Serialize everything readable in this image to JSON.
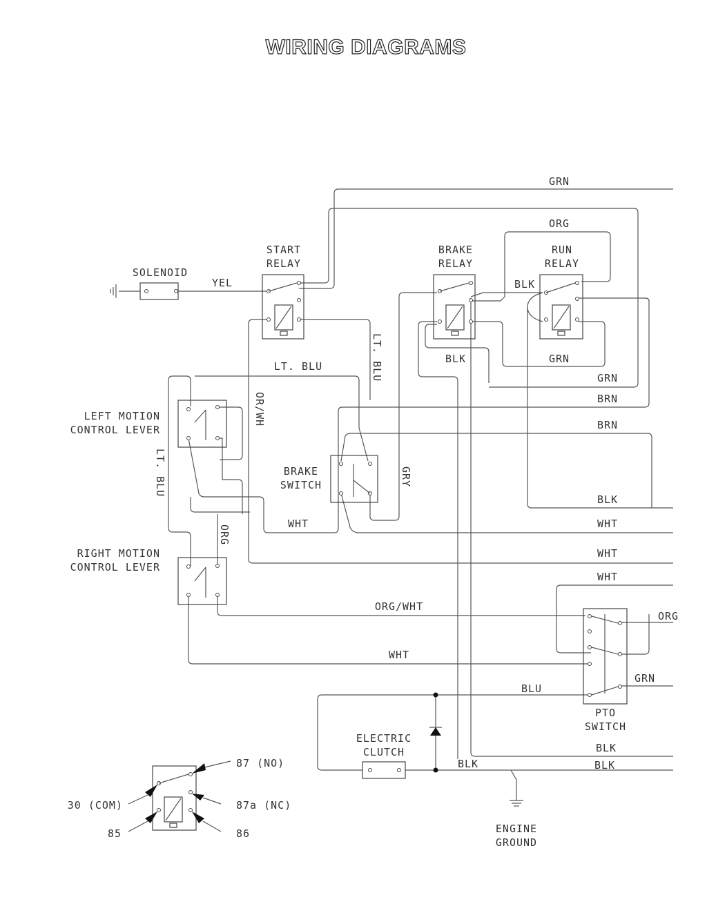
{
  "title": "WIRING DIAGRAMS",
  "components": {
    "solenoid": "SOLENOID",
    "start_relay": [
      "START",
      "RELAY"
    ],
    "brake_relay": [
      "BRAKE",
      "RELAY"
    ],
    "run_relay": [
      "RUN",
      "RELAY"
    ],
    "left_lever": [
      "LEFT MOTION",
      "CONTROL LEVER"
    ],
    "right_lever": [
      "RIGHT MOTION",
      "CONTROL LEVER"
    ],
    "brake_switch": [
      "BRAKE",
      "SWITCH"
    ],
    "electric_clutch": [
      "ELECTRIC",
      "CLUTCH"
    ],
    "pto_switch": [
      "PTO",
      "SWITCH"
    ],
    "engine_ground": [
      "ENGINE",
      "GROUND"
    ]
  },
  "wire_labels": {
    "grn_top": "GRN",
    "org_top": "ORG",
    "yel": "YEL",
    "blk_run": "BLK",
    "blk_brake": "BLK",
    "grn_mid": "GRN",
    "grn_right": "GRN",
    "brn_1": "BRN",
    "brn_2": "BRN",
    "lt_blu_h": "LT. BLU",
    "lt_blu_v": "LT. BLU",
    "lt_blu_left": "LT. BLU",
    "or_wh": "OR/WH",
    "gry": "GRY",
    "org_v": "ORG",
    "blk_1": "BLK",
    "wht_1": "WHT",
    "wht_2": "WHT",
    "wht_3": "WHT",
    "wht_4": "WHT",
    "org_wht": "ORG/WHT",
    "wht_5": "WHT",
    "org_pto": "ORG",
    "grn_pto": "GRN",
    "blu": "BLU",
    "blk_clutch": "BLK",
    "blk_out1": "BLK",
    "blk_out2": "BLK"
  },
  "legend": {
    "pin_87": "87 (NO)",
    "pin_30": "30 (COM)",
    "pin_87a": "87a (NC)",
    "pin_85": "85",
    "pin_86": "86"
  }
}
